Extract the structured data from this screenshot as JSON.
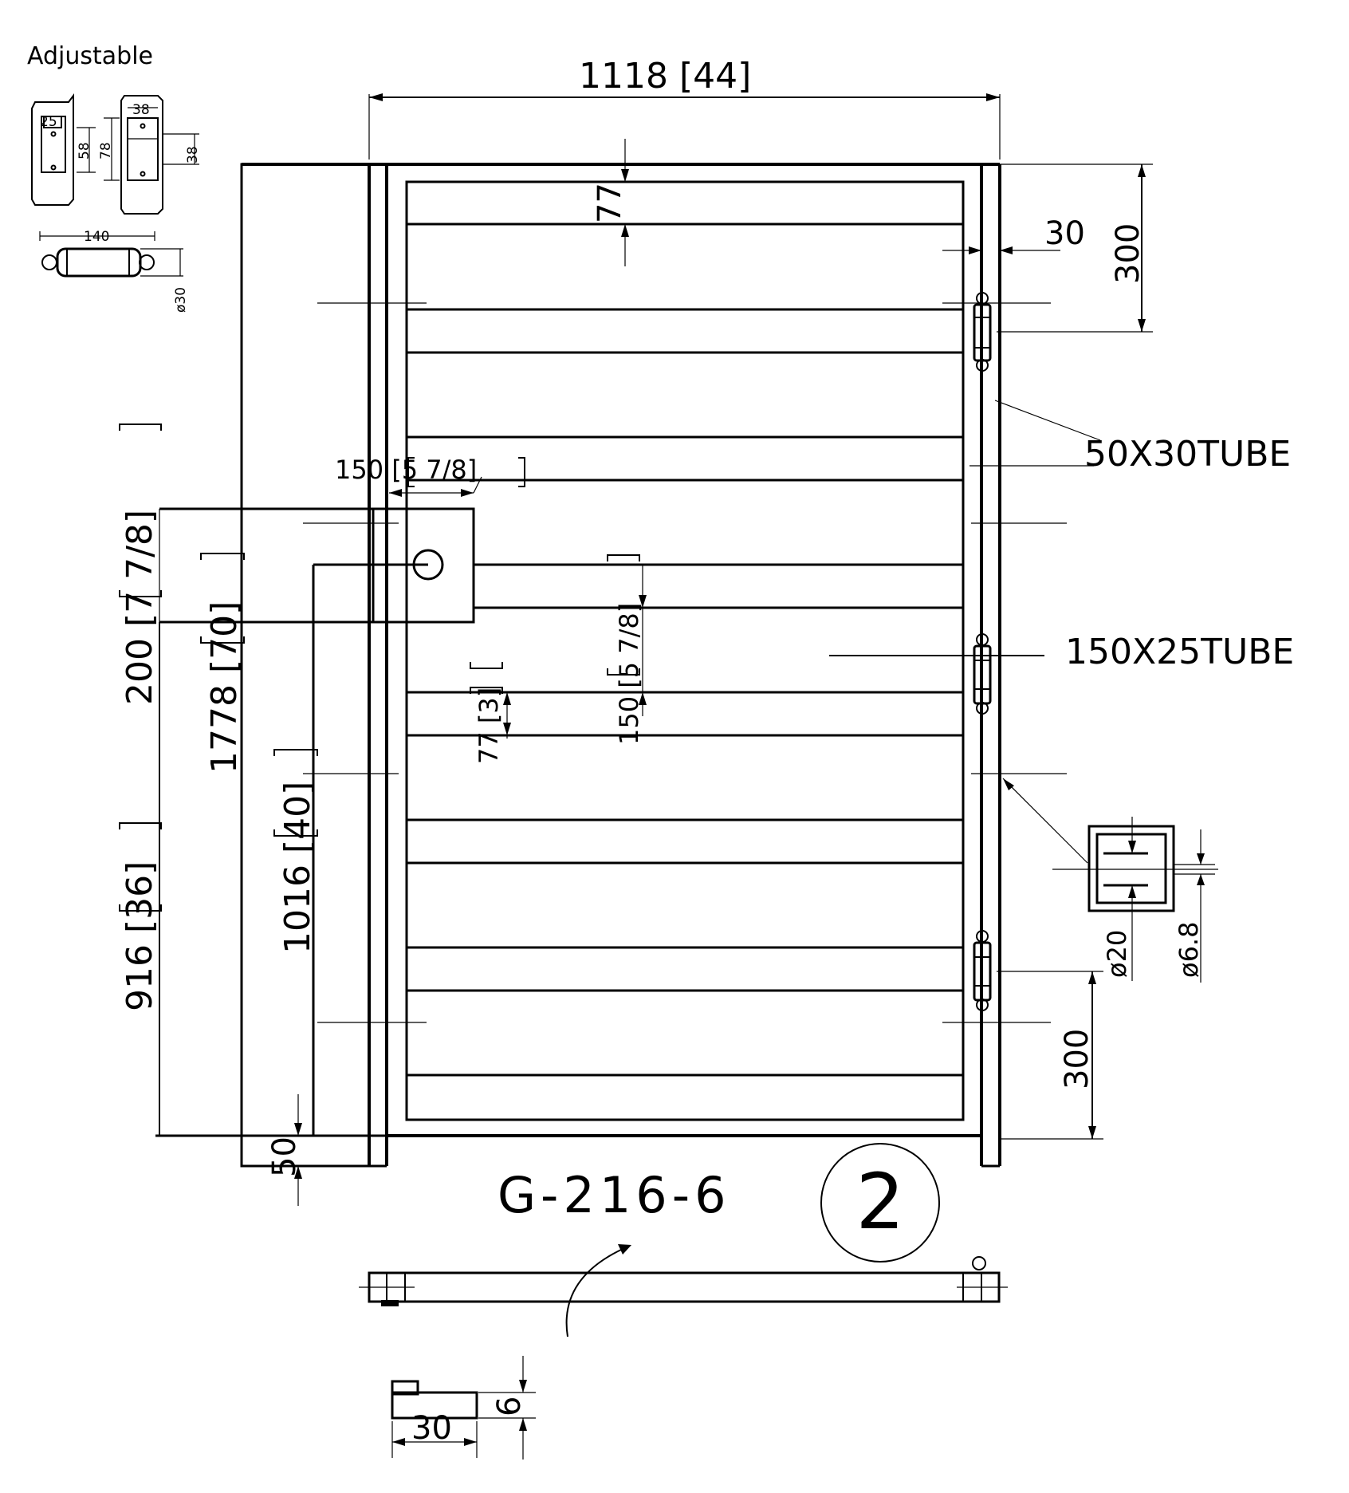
{
  "labels": {
    "adjustable": "Adjustable",
    "overall_width": "1118 [44]",
    "slat_gap_top": "77",
    "post_offset": "30",
    "hinge_top_offset": "300",
    "hinge_bottom_offset": "300",
    "frame_tube": "50X30TUBE",
    "slat_tube": "150X25TUBE",
    "latch_offset": "150 [5 7/8]",
    "latch_height": "200 [7 7/8]",
    "gate_height": "1778 [70]",
    "latch_from_bottom": "1016 [40]",
    "frame_from_bottom": "916 [36]",
    "slat_pitch": "150 [5 7/8]",
    "slat_gap": "77 [3]",
    "ground_clearance": "50",
    "model_code": "G-216-6",
    "sheet_number": "2",
    "hinge_dia_large": "ø20",
    "hinge_dia_small": "ø6.8",
    "stop_width": "30",
    "stop_height": "6"
  },
  "detail_labels": {
    "d25": "25",
    "d38_top": "38",
    "d58": "58",
    "d78": "78",
    "d38_side": "38",
    "d140": "140",
    "d30": "ø30"
  }
}
